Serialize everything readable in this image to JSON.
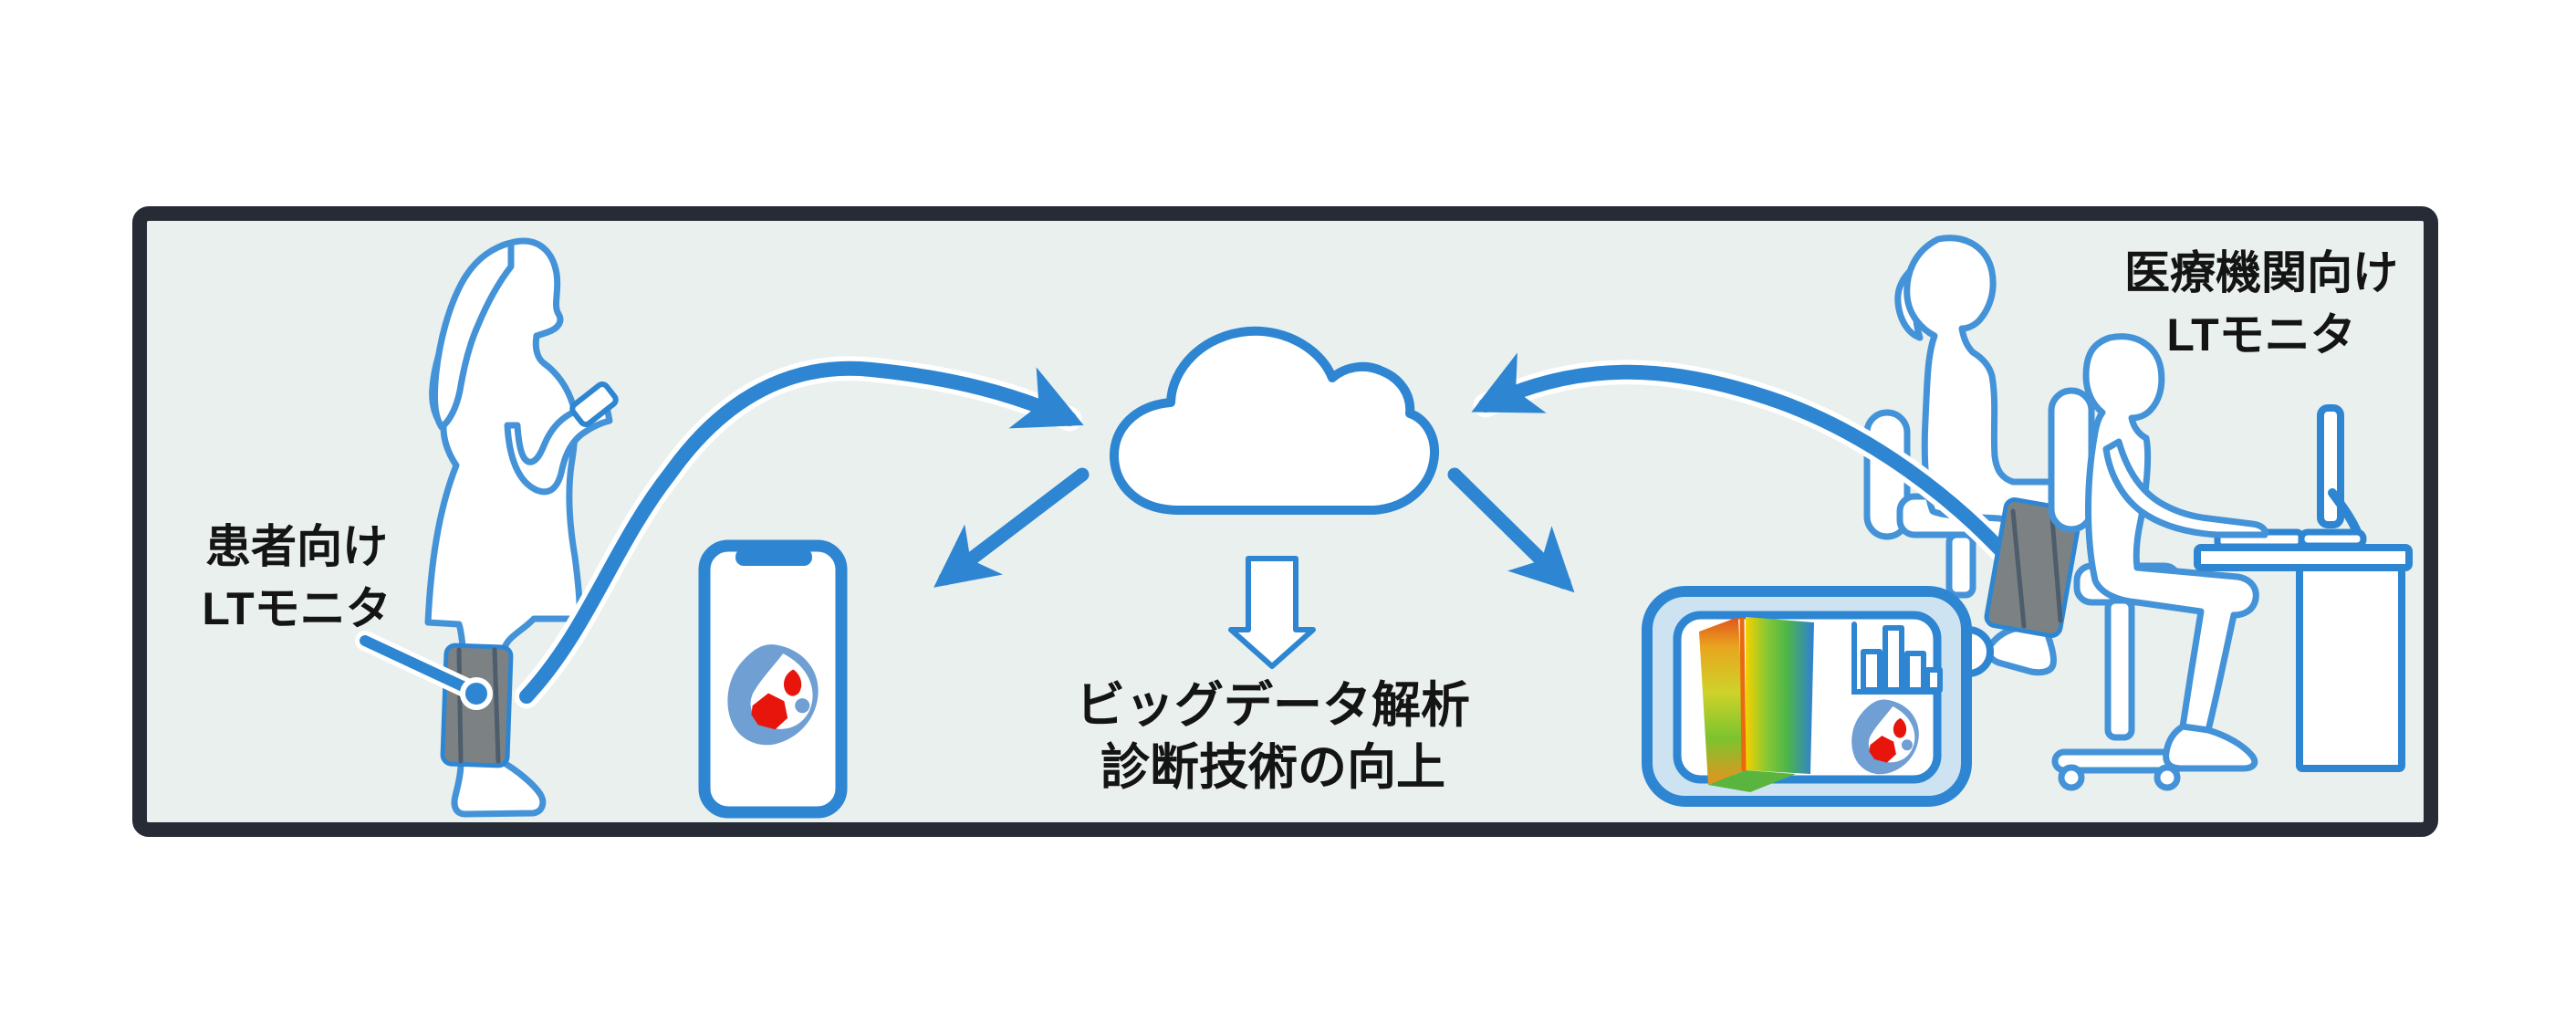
{
  "diagram": {
    "labels": {
      "patient": {
        "line1": "患者向け",
        "line2": "LTモニタ"
      },
      "medical": {
        "line1": "医療機関向け",
        "line2": "LTモニタ"
      },
      "caption": {
        "line1": "ビッグデータ解析",
        "line2": "診断技術の向上"
      }
    },
    "icons": {
      "cloud": "cloud-icon",
      "smartphone": "smartphone-icon",
      "app_logo": "app-logo-icon",
      "tablet": "tablet-monitor-icon",
      "colormap": "colormap-surface-icon",
      "bar_chart": "bar-chart-icon",
      "down_block_arrow": "down-arrow-icon",
      "leg_cuff": "leg-cuff-device-icon"
    },
    "bar_chart_icon_heights": [
      0.55,
      0.95,
      0.5,
      0.3
    ]
  },
  "colors": {
    "accent": "#2e86d2",
    "figure_outline": "#4493d9",
    "panel_background": "#e9f0ee",
    "panel_border": "#262b36",
    "cuff_gray": "#7c8184",
    "cuff_stripe": "#4e5d6b",
    "logo_blue": "#6f9fd3",
    "logo_red": "#e8150c",
    "tablet_fill": "#cde3f2",
    "text": "#141414"
  }
}
